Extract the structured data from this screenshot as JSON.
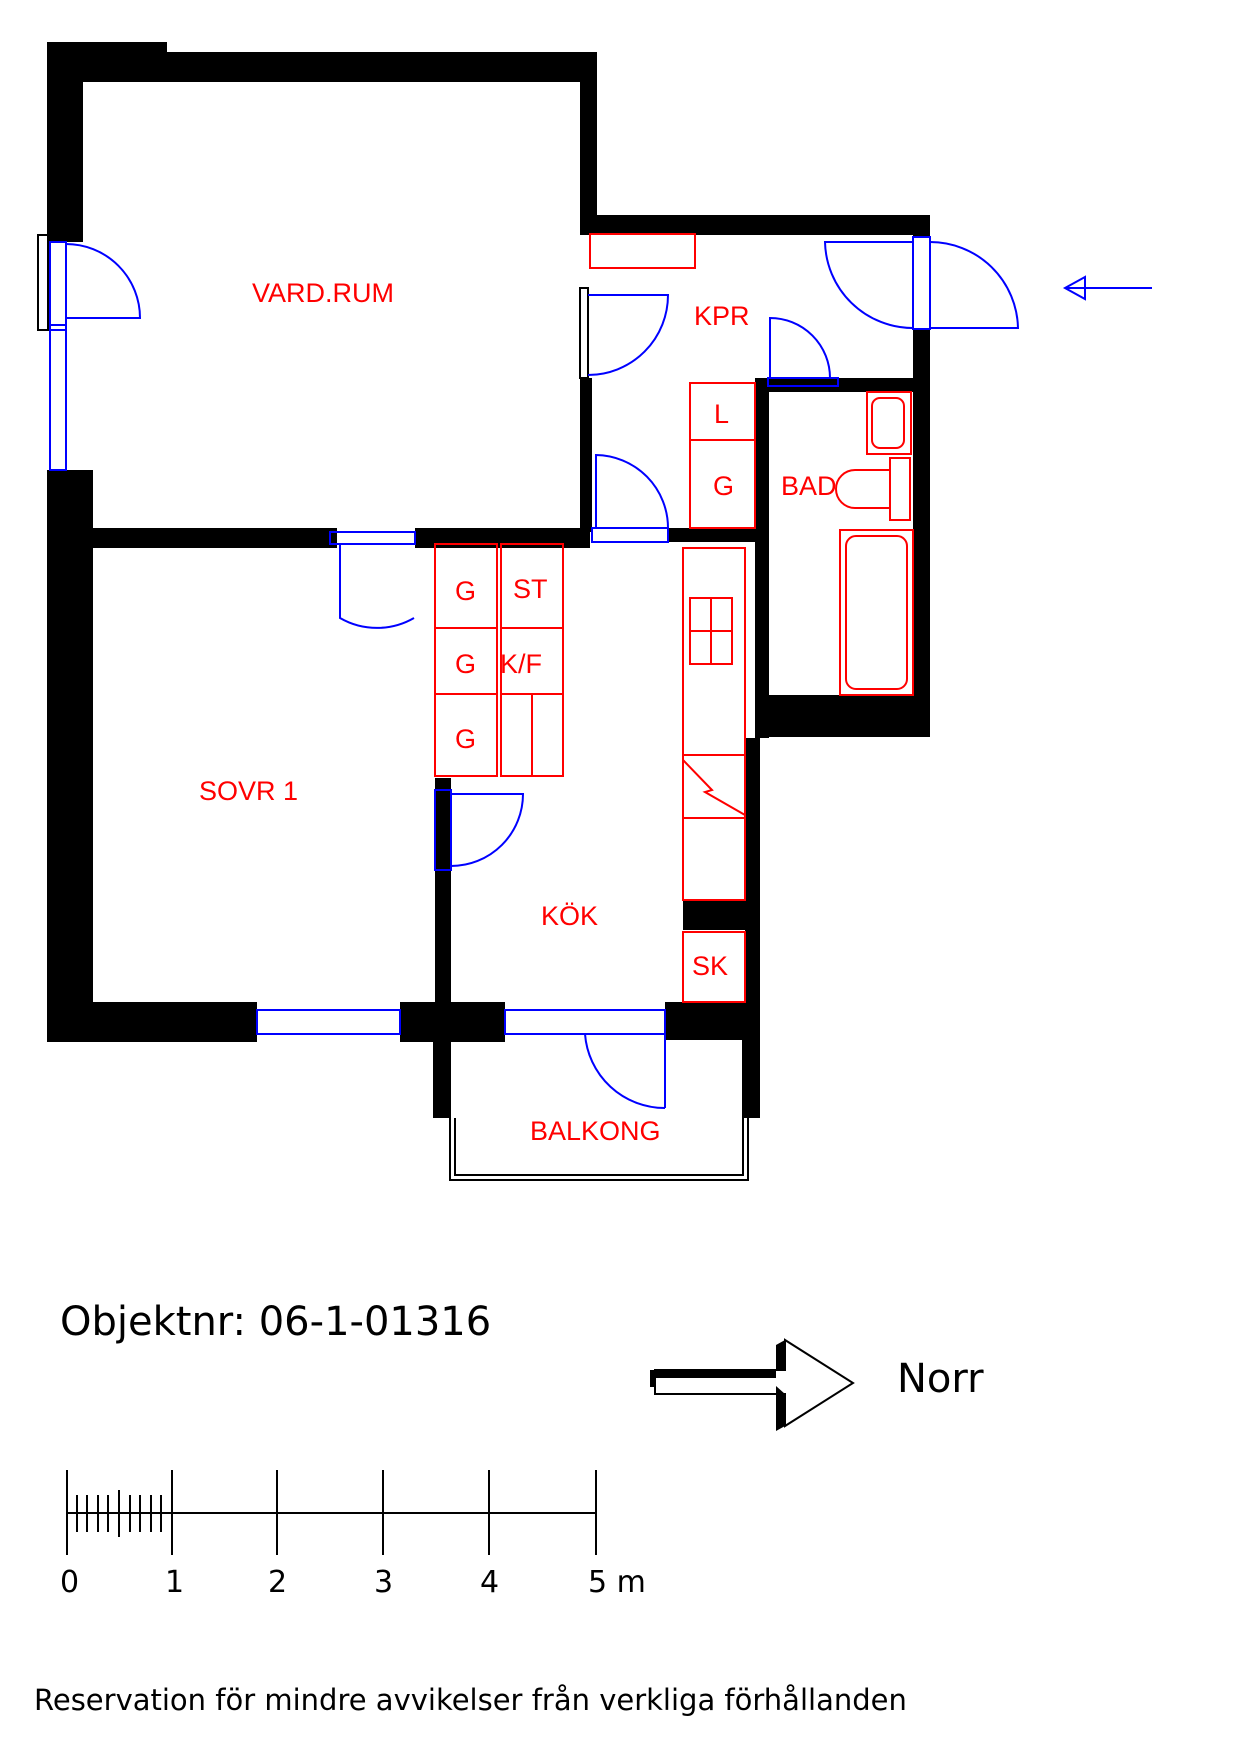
{
  "rooms": {
    "vardrum": "VARD.RUM",
    "kpr": "KPR",
    "bad": "BAD",
    "sovr1": "SOVR  1",
    "kok": "KÖK",
    "balkong": "BALKONG"
  },
  "fixtures": {
    "hall_l": "L",
    "hall_g": "G",
    "kitchen_g1": "G",
    "kitchen_g2": "G",
    "kitchen_g3": "G",
    "kitchen_st": "ST",
    "kitchen_kf": "K/F",
    "kitchen_sk": "SK"
  },
  "object_number": "Objektnr: 06-1-01316",
  "north_label": "Norr",
  "scale_bar": {
    "ticks": [
      "0",
      "1",
      "2",
      "3",
      "4",
      "5 m"
    ]
  },
  "disclaimer": "Reservation för mindre avvikelser från verkliga förhållanden",
  "colors": {
    "walls": "#000000",
    "fixtures": "#ff0000",
    "doors_windows": "#0000ff"
  }
}
